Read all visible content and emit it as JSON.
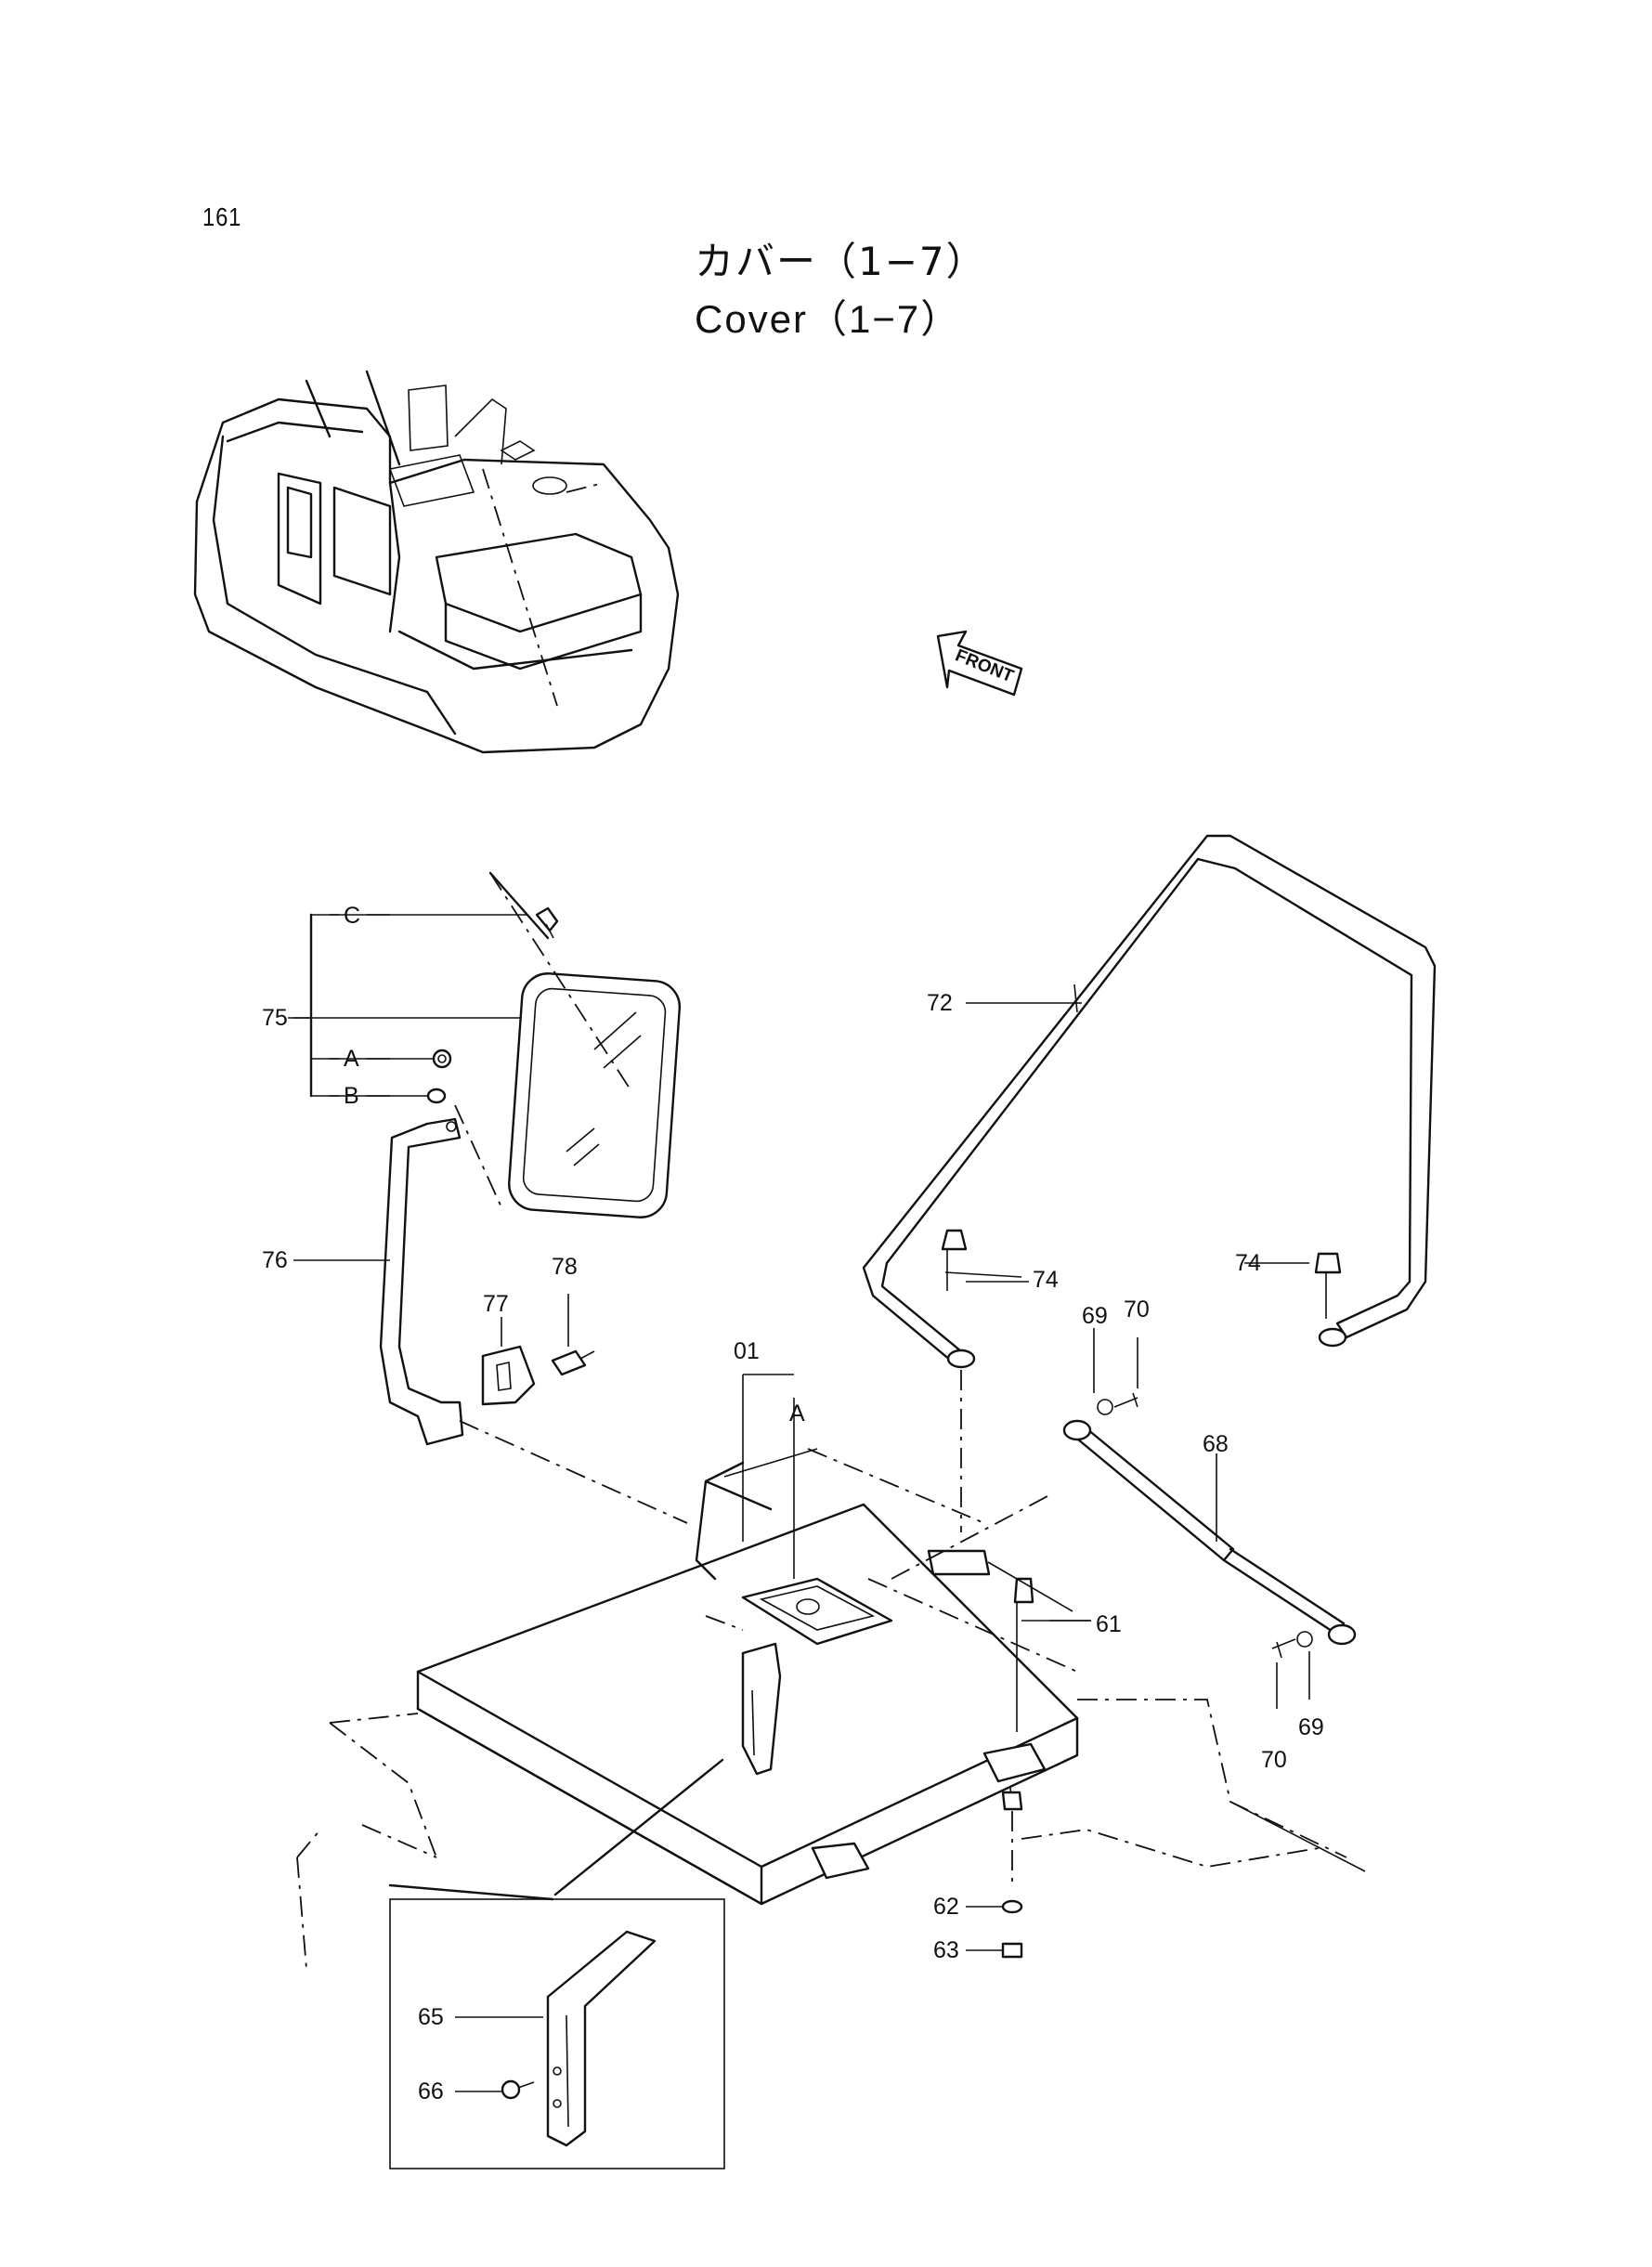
{
  "page_number": "161",
  "title_jp": "カバー（1−7）",
  "title_en": "Cover（1−7）",
  "front_arrow_label": "FRONT",
  "callouts": {
    "c01": "01",
    "cA_main": "A",
    "c61": "61",
    "c62": "62",
    "c63": "63",
    "c65": "65",
    "c66": "66",
    "c68": "68",
    "c69_top": "69",
    "c69_bottom": "69",
    "c70_top": "70",
    "c70_bottom": "70",
    "c72": "72",
    "c74_left": "74",
    "c74_right": "74",
    "c75": "75",
    "c75_A": "A",
    "c75_B": "B",
    "c75_C": "C",
    "c76": "76",
    "c77": "77",
    "c78": "78"
  }
}
